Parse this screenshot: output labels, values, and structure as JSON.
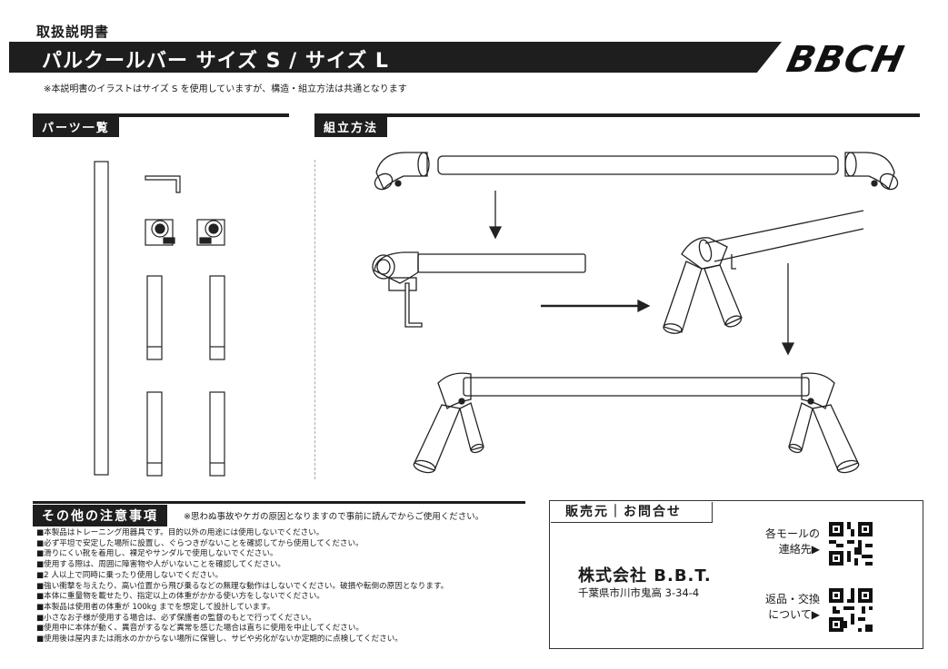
{
  "header": {
    "doc_type": "取扱説明書",
    "title": "パルクールバー サイズ S / サイズ L",
    "brand_logo": "BBCH",
    "note": "※本説明書のイラストはサイズ S を使用していますが、構造・組立方法は共通となります"
  },
  "sections": {
    "parts_list": "パーツ一覧",
    "assembly": "組立方法",
    "other_cautions": "その他の注意事項"
  },
  "cautions": {
    "subtitle": "※思わぬ事故やケガの原因となりますので事前に読んでからご使用ください。",
    "items": [
      "■本製品はトレーニング用器具です。目的以外の用途には使用しないでください。",
      "■必ず平坦で安定した場所に設置し、ぐらつきがないことを確認してから使用してください。",
      "■滑りにくい靴を着用し、裸足やサンダルで使用しないでください。",
      "■使用する際は、周囲に障害物や人がいないことを確認してください。",
      "■2 人以上で同時に乗ったり使用しないでください。",
      "■強い衝撃を与えたり、高い位置から飛び乗るなどの無理な動作はしないでください。破損や転倒の原因となります。",
      "■本体に重量物を載せたり、指定以上の体重がかかる使い方をしないでください。",
      "■本製品は使用者の体重が 100kg までを想定して設計しています。",
      "■小さなお子様が使用する場合は、必ず保護者の監督のもとで行ってください。",
      "■使用中に本体が動く、異音がするなど異常を感じた場合は直ちに使用を中止してください。",
      "■使用後は屋内または雨水のかからない場所に保管し、サビや劣化がないか定期的に点検してください。"
    ]
  },
  "contact": {
    "heading": "販売元｜お問合せ",
    "company": "株式会社 B.B.T.",
    "address": "千葉県市川市鬼高 3-34-4",
    "qr1_label_line1": "各モールの",
    "qr1_label_line2": "連絡先▶",
    "qr2_label_line1": "返品・交換",
    "qr2_label_line2": "について▶"
  },
  "icons": {
    "arrow": "arrow-down-icon",
    "arrow_right": "arrow-right-icon",
    "qr": "qr-code-icon"
  }
}
